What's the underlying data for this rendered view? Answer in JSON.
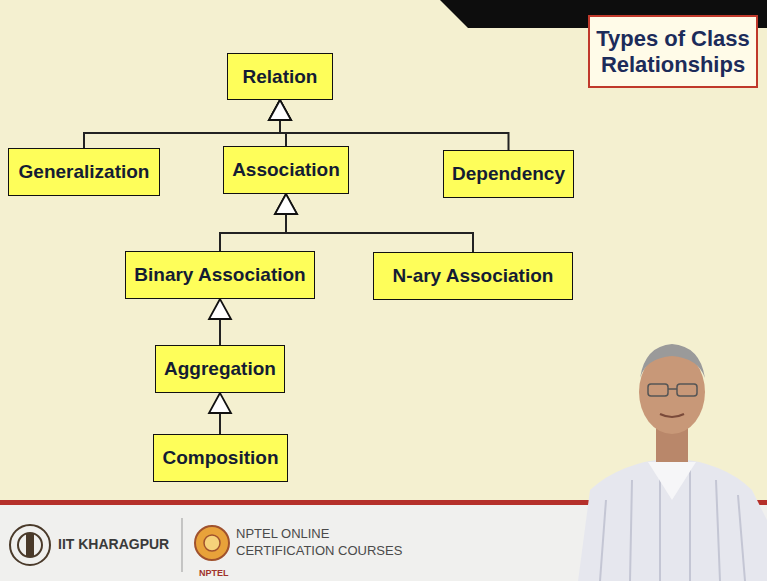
{
  "diagram": {
    "title": "Types of Class Relationships",
    "nodes": [
      {
        "text": [
          "Relation"
        ]
      },
      {
        "text": [
          "Generalization"
        ]
      },
      {
        "text": [
          "Association"
        ]
      },
      {
        "text": [
          "Dependency"
        ]
      },
      {
        "text": [
          "Binary Association"
        ]
      },
      {
        "text": [
          "N-ary Association"
        ]
      },
      {
        "text": [
          "Aggregation"
        ]
      },
      {
        "text": [
          "Composition"
        ]
      }
    ],
    "edges": [
      {
        "from": 1,
        "to": 0,
        "arrow": "to"
      },
      {
        "from": 2,
        "to": 0,
        "arrow": "to"
      },
      {
        "from": 3,
        "to": 0,
        "arrow": "to"
      },
      {
        "from": 4,
        "to": 2,
        "arrow": "to"
      },
      {
        "from": 5,
        "to": 2,
        "arrow": "to"
      },
      {
        "from": 6,
        "to": 4,
        "arrow": "to"
      },
      {
        "from": 7,
        "to": 6,
        "arrow": "to"
      }
    ],
    "labels": [
      "IIT KHARAGPUR",
      "NPTEL ONLINE",
      "CERTIFICATION COURSES",
      "NPTEL"
    ]
  }
}
